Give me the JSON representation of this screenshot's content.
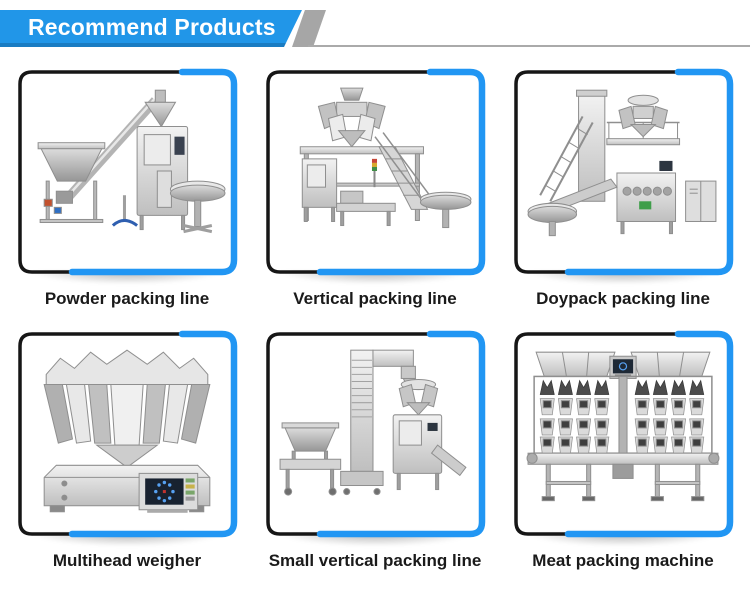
{
  "header": {
    "title": "Recommend Products"
  },
  "products": [
    {
      "name": "Powder packing line"
    },
    {
      "name": "Vertical packing line"
    },
    {
      "name": "Doypack packing line"
    },
    {
      "name": "Multihead weigher"
    },
    {
      "name": "Small vertical packing line"
    },
    {
      "name": "Meat packing machine"
    }
  ],
  "colors": {
    "banner_blue": "#2196e8",
    "banner_blue_dark": "#1a7cc2",
    "frame_accent_blue": "#2196f3",
    "frame_black": "#161616",
    "slash_gray": "#a6a6a6",
    "caption_text": "#1a1a1a",
    "screen_navy": "#182230",
    "screen_dot_blue": "#57a1f2"
  }
}
